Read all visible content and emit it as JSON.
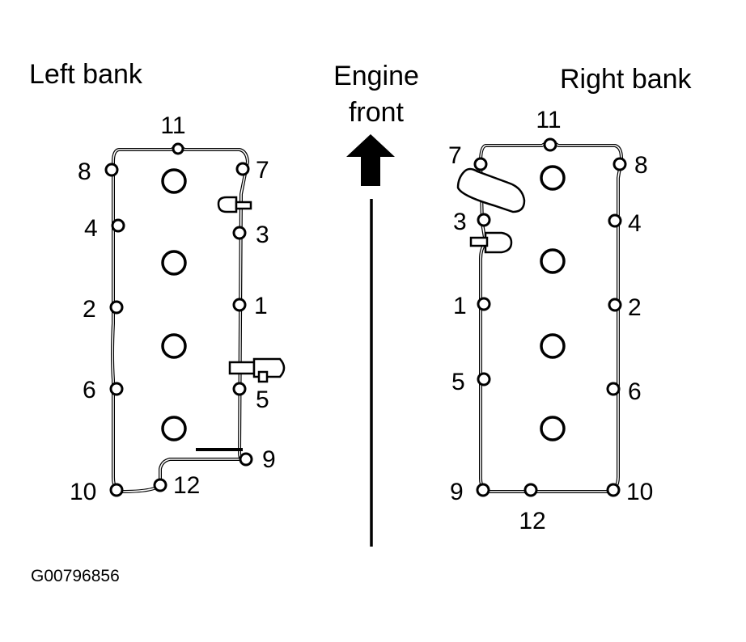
{
  "labels": {
    "left_bank": "Left bank",
    "engine_front_line1": "Engine",
    "engine_front_line2": "front",
    "right_bank": "Right bank",
    "figure_code": "G00796856"
  },
  "left_bank": {
    "bolts": [
      "1",
      "2",
      "3",
      "4",
      "5",
      "6",
      "7",
      "8",
      "9",
      "10",
      "11",
      "12"
    ]
  },
  "right_bank": {
    "bolts": [
      "1",
      "2",
      "3",
      "4",
      "5",
      "6",
      "7",
      "8",
      "9",
      "10",
      "11",
      "12"
    ]
  },
  "colors": {
    "line": "#000000",
    "background": "#ffffff"
  }
}
